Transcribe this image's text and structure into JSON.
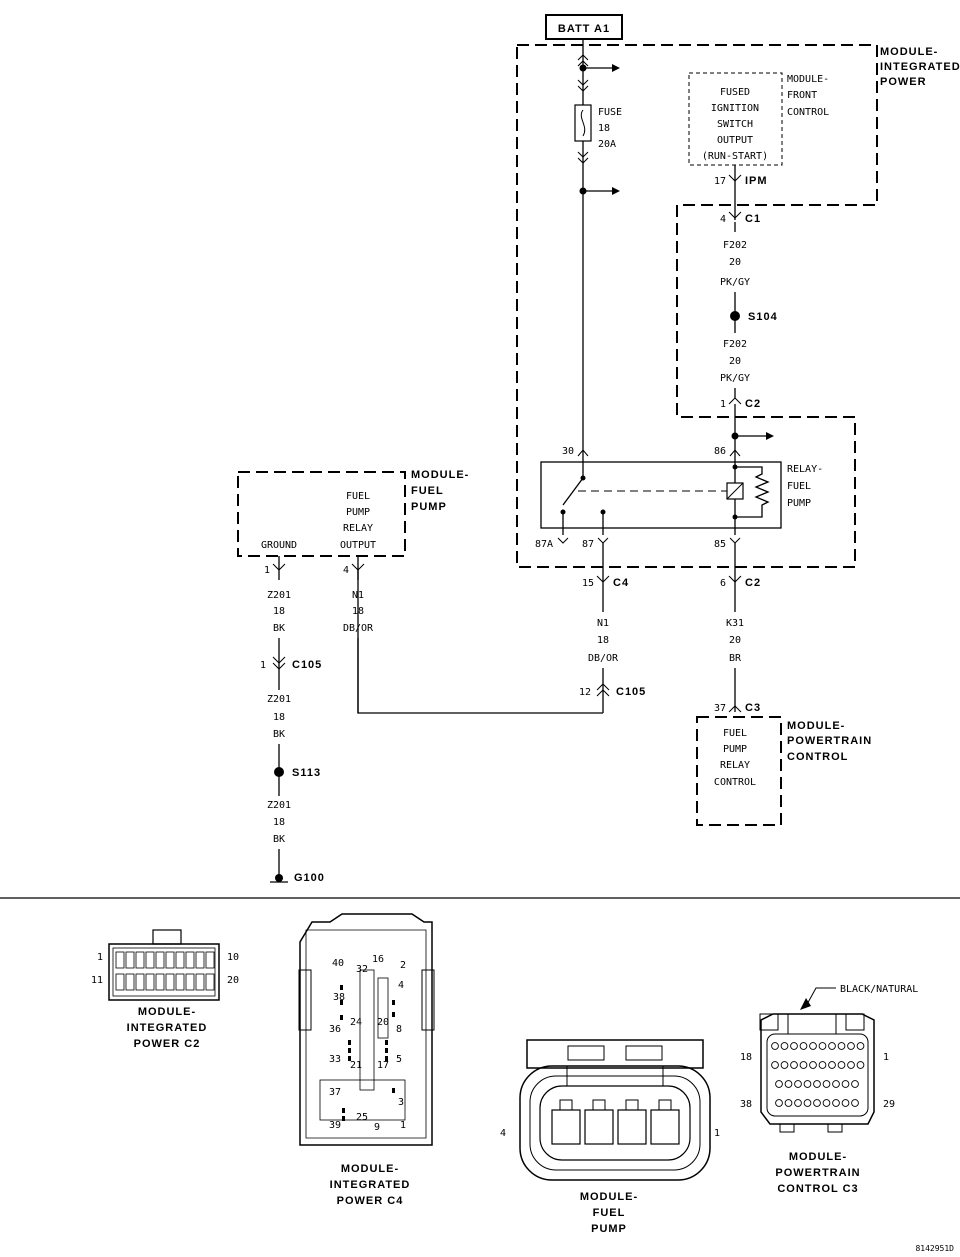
{
  "batt": "BATT A1",
  "modules": {
    "ipm": [
      "MODULE-",
      "INTEGRATED",
      "POWER"
    ],
    "front": [
      "MODULE-",
      "FRONT",
      "CONTROL"
    ],
    "fuel_pump_module": [
      "MODULE-",
      "FUEL",
      "PUMP"
    ],
    "pcm": [
      "MODULE-",
      "POWERTRAIN",
      "CONTROL"
    ]
  },
  "fuse": [
    "FUSE",
    "18",
    "20A"
  ],
  "fused_output": [
    "FUSED",
    "IGNITION",
    "SWITCH",
    "OUTPUT",
    "(RUN-START)"
  ],
  "relay": [
    "RELAY-",
    "FUEL",
    "PUMP"
  ],
  "pins": {
    "p17": "17",
    "ipm": "IPM",
    "p4_c1": "4",
    "c1": "C1",
    "p1_c2": "1",
    "c2a": "C2",
    "p30": "30",
    "p86": "86",
    "p87a": "87A",
    "p87": "87",
    "p85": "85",
    "p15": "15",
    "c4": "C4",
    "p6": "6",
    "c2b": "C2",
    "p37": "37",
    "c3": "C3",
    "p12": "12",
    "c105b": "C105",
    "p1_gnd": "1",
    "p4_fpm": "4",
    "p1_c105": "1",
    "c105a": "C105"
  },
  "splices": {
    "s104": "S104",
    "s113": "S113",
    "g100": "G100"
  },
  "wires": {
    "f202_top": [
      "F202",
      "20",
      "PK/GY"
    ],
    "f202_bot": [
      "F202",
      "20",
      "PK/GY"
    ],
    "n1_right": [
      "N1",
      "18",
      "DB/OR"
    ],
    "k31": [
      "K31",
      "20",
      "BR"
    ],
    "n1_left": [
      "N1",
      "18",
      "DB/OR"
    ],
    "z201_a": [
      "Z201",
      "18",
      "BK"
    ],
    "z201_b": [
      "Z201",
      "18",
      "BK"
    ],
    "z201_c": [
      "Z201",
      "18",
      "BK"
    ]
  },
  "fpm_pins": {
    "ground": "GROUND",
    "output": [
      "FUEL",
      "PUMP",
      "RELAY",
      "OUTPUT"
    ]
  },
  "pcm_pin": [
    "FUEL",
    "PUMP",
    "RELAY",
    "CONTROL"
  ],
  "connectors": {
    "ipm_c2": {
      "caption": [
        "MODULE-",
        "INTEGRATED",
        "POWER C2"
      ],
      "pins": [
        "1",
        "10",
        "11",
        "20"
      ]
    },
    "ipm_c4": {
      "caption": [
        "MODULE-",
        "INTEGRATED",
        "POWER C4"
      ],
      "pins": [
        "40",
        "16",
        "2",
        "32",
        "4",
        "38",
        "24",
        "20",
        "36",
        "8",
        "33",
        "21",
        "17",
        "5",
        "37",
        "3",
        "25",
        "39",
        "9",
        "1"
      ]
    },
    "fuel_pump": {
      "caption": [
        "MODULE-",
        "FUEL",
        "PUMP"
      ],
      "pins": [
        "4",
        "1"
      ]
    },
    "pcm_c3": {
      "caption": [
        "MODULE-",
        "POWERTRAIN",
        "CONTROL C3"
      ],
      "pins": [
        "18",
        "1",
        "38",
        "29"
      ],
      "callout": "BLACK/NATURAL"
    }
  },
  "figure_id": "8142951D"
}
